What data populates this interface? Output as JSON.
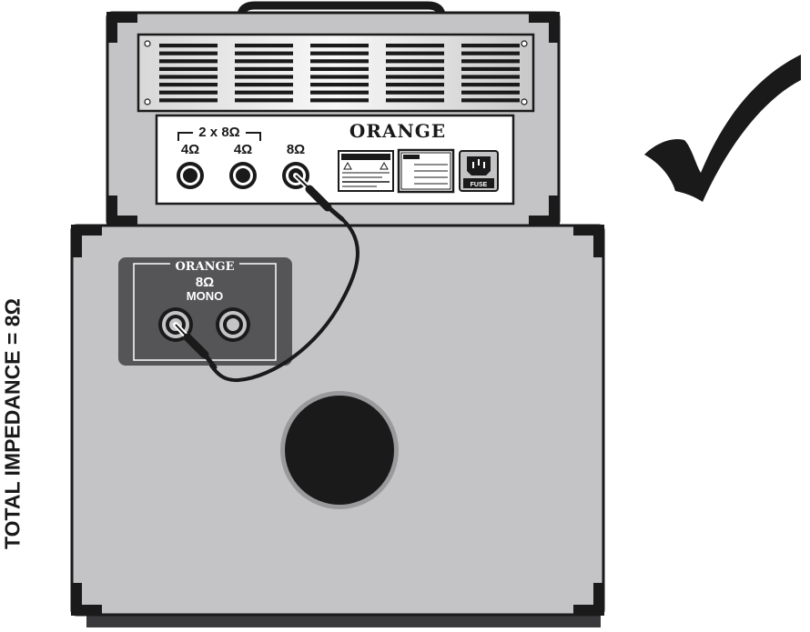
{
  "side_label": "TOTAL IMPEDANCE = 8Ω",
  "head": {
    "brand": "ORANGE",
    "bracket_label": "2 x 8Ω",
    "jacks": [
      "4Ω",
      "4Ω",
      "8Ω"
    ],
    "fuse_label": "FUSE"
  },
  "cabinet": {
    "brand": "ORANGE",
    "impedance": "8Ω",
    "mode": "MONO"
  },
  "status": "correct",
  "colors": {
    "panel_grey": "#c4c4c6",
    "dark": "#1a1a1a",
    "check": "#1a1a1a",
    "cab_plate": "#555558"
  }
}
